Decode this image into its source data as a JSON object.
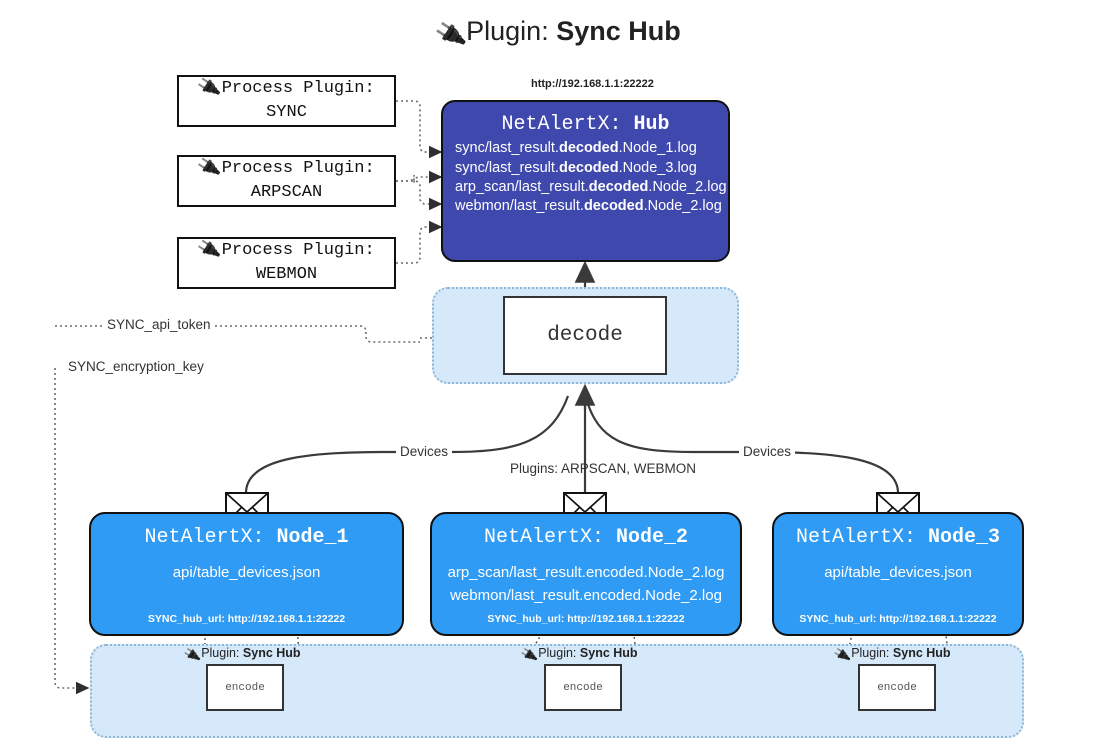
{
  "page": {
    "title_prefix": "Plugin:",
    "title_name": "Sync Hub",
    "plug_icon": "plug-icon",
    "plug_glyph": "🔌"
  },
  "process_plugins": [
    {
      "line1": "Process Plugin:",
      "line2": "SYNC"
    },
    {
      "line1": "Process Plugin:",
      "line2": "ARPSCAN"
    },
    {
      "line1": "Process Plugin:",
      "line2": "WEBMON"
    }
  ],
  "hub": {
    "url": "http://192.168.1.1:22222",
    "title_prefix": "NetAlertX:",
    "title_name": "Hub",
    "logs": [
      {
        "pre": "sync/last_result.",
        "em": "decoded",
        "post": ".Node_1.log"
      },
      {
        "pre": "sync/last_result.",
        "em": "decoded",
        "post": ".Node_3.log"
      },
      {
        "pre": "arp_scan/last_result.",
        "em": "decoded",
        "post": ".Node_2.log"
      },
      {
        "pre": "webmon/last_result.",
        "em": "decoded",
        "post": ".Node_2.log"
      }
    ]
  },
  "decode": {
    "label": "decode"
  },
  "settings": [
    {
      "label": "SYNC_api_token"
    },
    {
      "label": "SYNC_encryption_key"
    }
  ],
  "edge_labels": {
    "devices_left": "Devices",
    "devices_right": "Devices",
    "plugins_center": "Plugins: ARPSCAN, WEBMON"
  },
  "nodes": [
    {
      "title_prefix": "NetAlertX:",
      "title_name": "Node_1",
      "lines": [
        "api/table_devices.json"
      ],
      "footer": "SYNC_hub_url: http://192.168.1.1:22222",
      "envelope_icon": "envelope-icon"
    },
    {
      "title_prefix": "NetAlertX:",
      "title_name": "Node_2",
      "lines": [
        "arp_scan/last_result.encoded.Node_2.log",
        "webmon/last_result.encoded.Node_2.log"
      ],
      "footer": "SYNC_hub_url: http://192.168.1.1:22222",
      "envelope_icon": "envelope-icon"
    },
    {
      "title_prefix": "NetAlertX:",
      "title_name": "Node_3",
      "lines": [
        "api/table_devices.json"
      ],
      "footer": "SYNC_hub_url: http://192.168.1.1:22222",
      "envelope_icon": "envelope-icon"
    }
  ],
  "encoders": [
    {
      "plugin_prefix": "Plugin:",
      "plugin_name": "Sync Hub",
      "box": "encode"
    },
    {
      "plugin_prefix": "Plugin:",
      "plugin_name": "Sync Hub",
      "box": "encode"
    },
    {
      "plugin_prefix": "Plugin:",
      "plugin_name": "Sync Hub",
      "box": "encode"
    }
  ],
  "colors": {
    "hub": "#3f48ad",
    "node": "#2f9bf5",
    "band": "#d6e9fb",
    "band_border": "#8fb8d6",
    "stroke": "#3a3a3a"
  }
}
